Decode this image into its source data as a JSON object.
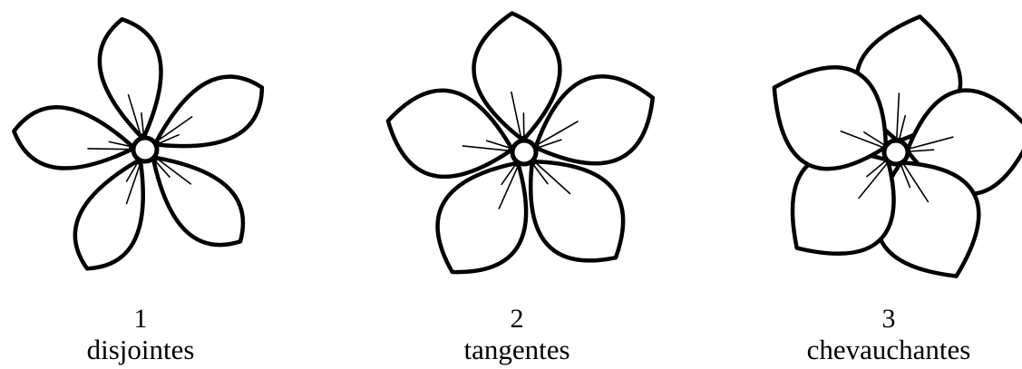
{
  "figures": [
    {
      "number": "1",
      "label": "disjointes",
      "petal_arrangement": "disjointes"
    },
    {
      "number": "2",
      "label": "tangentes",
      "petal_arrangement": "tangentes"
    },
    {
      "number": "3",
      "label": "chevauchantes",
      "petal_arrangement": "chevauchantes"
    }
  ],
  "colors": {
    "stroke": "#000000",
    "fill": "#ffffff",
    "background": "#ffffff"
  }
}
